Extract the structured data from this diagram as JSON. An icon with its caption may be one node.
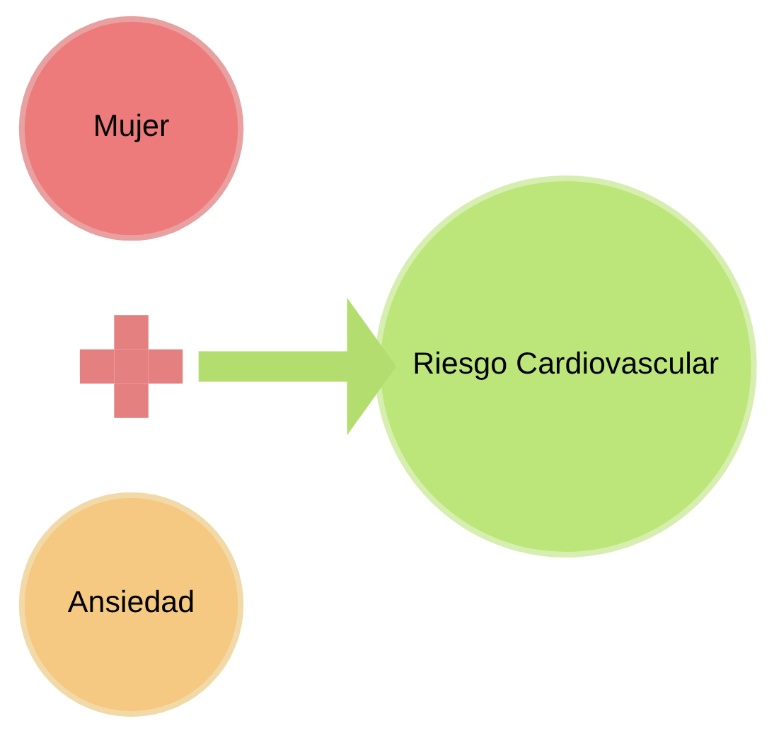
{
  "diagram": {
    "nodes": [
      {
        "text": [
          "Mujer"
        ]
      },
      {
        "text": [],
        "shape": "cross"
      },
      {
        "text": [
          "Ansiedad"
        ]
      },
      {
        "text": [
          "Riesgo Cardiovascular"
        ]
      }
    ],
    "edges": [
      {
        "from": 1,
        "to": 3,
        "arrow": "to"
      }
    ]
  }
}
